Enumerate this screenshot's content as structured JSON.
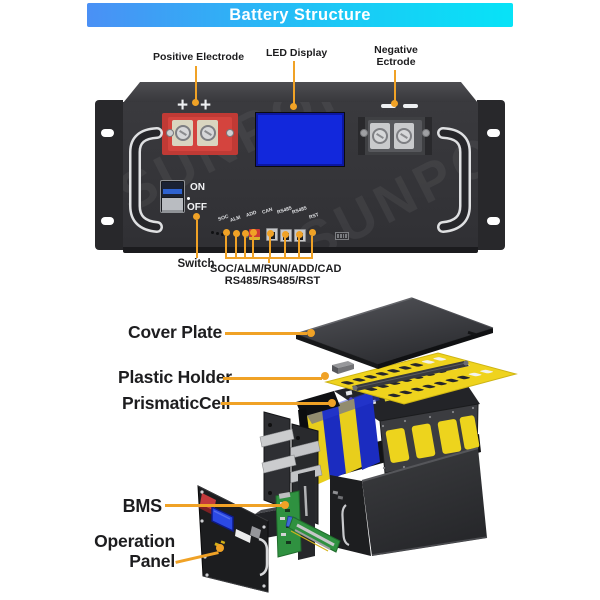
{
  "header": {
    "title": "Battery Structure"
  },
  "panel": {
    "annotations": {
      "positive": "Positive Electrode",
      "led_display": "LED Display",
      "negative_l1": "Negative",
      "negative_l2": "Ectrode",
      "switch": "Switch",
      "ports_l1": "SOC/ALM/RUN/ADD/CAD",
      "ports_l2": "RS485/RS485/RST"
    },
    "markings": {
      "plus": [
        "+",
        "+"
      ],
      "on": "ON",
      "off": "OFF"
    },
    "port_labels": [
      "SOC",
      "ALM",
      "ADD",
      "CAN",
      "RS485",
      "RS485",
      "RST"
    ],
    "watermark": "SUNPOK"
  },
  "exploded": {
    "annotations": {
      "cover_plate": "Cover Plate",
      "plastic_holder": "Plastic Holder",
      "prismatic_cell": "PrismaticCell",
      "bms": "BMS",
      "operation_l1": "Operation",
      "operation_l2": "Panel"
    }
  },
  "colors": {
    "banner_start": "#4A90F5",
    "banner_end": "#07E3F7",
    "leader": "#F0A226",
    "label_text": "#1D1D1F",
    "cell_yellow": "#E8CE1C",
    "cell_blue": "#1B2CC0",
    "pcb_green": "#2F9140",
    "display_blue": "#1228DC"
  }
}
